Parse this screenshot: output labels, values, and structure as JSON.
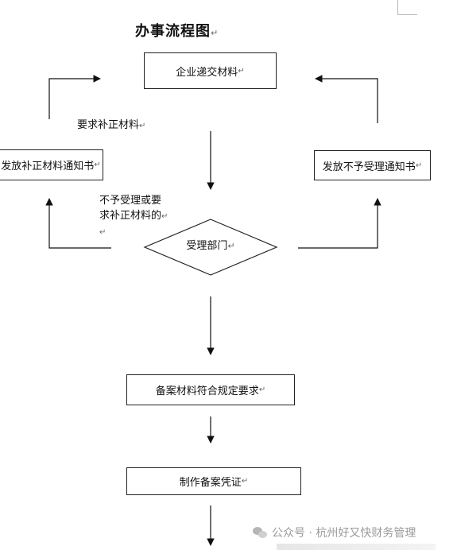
{
  "title": "办事流程图",
  "paragraph_mark": "↵",
  "nodes": {
    "submit": "企业递交材料",
    "notice_supplement": "发放补正材料通知书",
    "notice_reject": "发放不予受理通知书",
    "department": "受理部门",
    "compliant": "备案材料符合规定要求",
    "certificate": "制作备案凭证"
  },
  "edge_labels": {
    "require_supplement": "要求补正材料",
    "reject_or_supplement_line1": "不予受理或要",
    "reject_or_supplement_line2": "求补正材料的"
  },
  "watermark": {
    "icon": "wechat-icon",
    "text": "公众号 · 杭州好又快财务管理"
  }
}
